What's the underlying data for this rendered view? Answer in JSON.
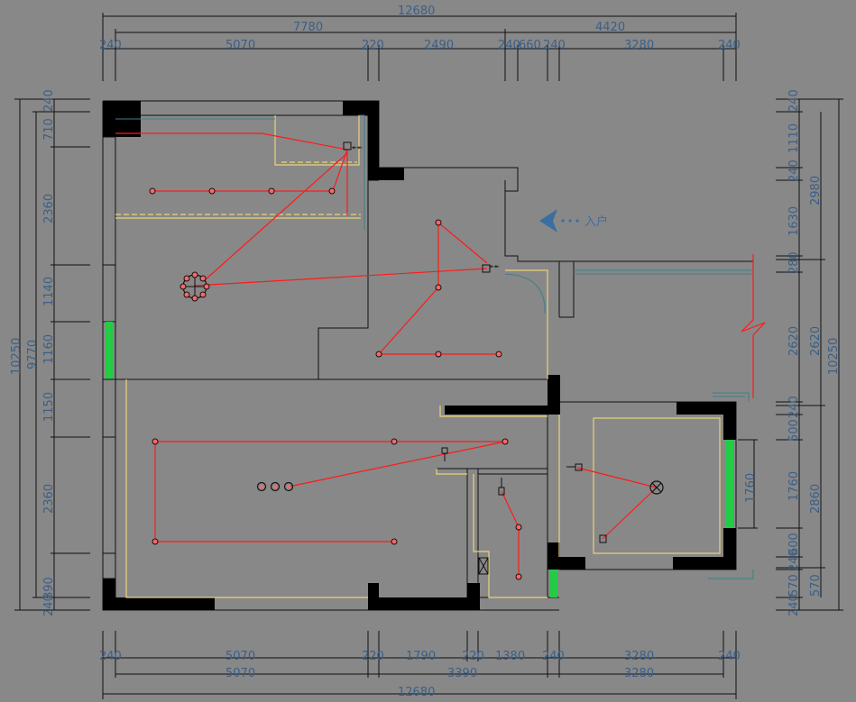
{
  "dims": {
    "top_total": "12680",
    "top_mid": [
      "7780",
      "4420"
    ],
    "top_row": [
      "240",
      "5070",
      "220",
      "2490",
      "240",
      "660",
      "240",
      "3280",
      "240"
    ],
    "bottom_row": [
      "240",
      "5070",
      "220",
      "1790",
      "220",
      "1380",
      "240",
      "3280",
      "240"
    ],
    "bottom_mid": [
      "5070",
      "3390",
      "3280"
    ],
    "bottom_total": "12680",
    "left_total": "10250",
    "left_mid": "9770",
    "left_row": [
      "240",
      "710",
      "2360",
      "1140",
      "1160",
      "1150",
      "2360",
      "890",
      "240"
    ],
    "right_total": "10250",
    "right_mid": [
      "2980",
      "2620",
      "2860",
      "570"
    ],
    "right_row": [
      "240",
      "1110",
      "240",
      "1630",
      "280",
      "2620",
      "240",
      "500",
      "1760",
      "600",
      "240",
      "570",
      "240"
    ],
    "inner_window": "1760"
  },
  "entry_label": "入户",
  "colors": {
    "background": "#888888",
    "wire": "#ff1a1a",
    "wall": "#000000",
    "dimension_text": "#3a5f88",
    "window": "#22cc44",
    "ceiling_line": "#e8d37a"
  }
}
